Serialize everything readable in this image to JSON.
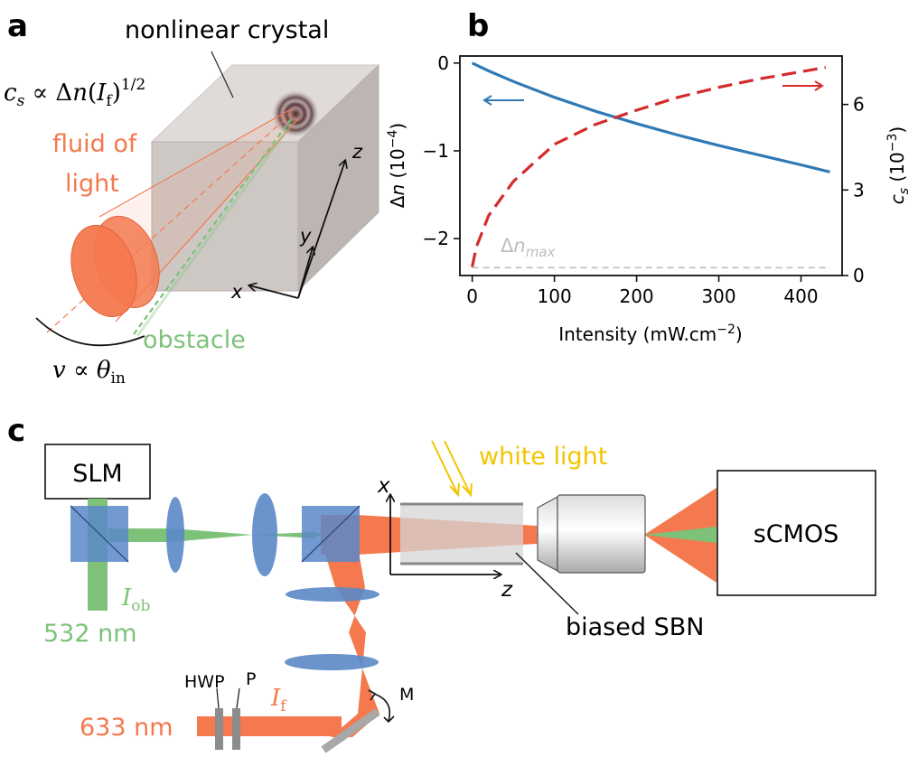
{
  "panels": {
    "a": "a",
    "b": "b",
    "c": "c"
  },
  "panel_a": {
    "crystal_label": "nonlinear crystal",
    "cs_formula": {
      "lhs": "c",
      "sub": "s",
      "rel": " ∝ Δ",
      "n": "n",
      "paren_open": "(",
      "I": "I",
      "I_sub": "f",
      "paren_close": ")",
      "exp": "1/2"
    },
    "fluid_line1": "fluid of",
    "fluid_line2": "light",
    "obstacle": "obstacle",
    "v_formula": {
      "v": "v",
      "rel": " ∝ ",
      "theta": "θ",
      "sub": "in"
    },
    "axis_x": "x",
    "axis_y": "y",
    "axis_z": "z",
    "colors": {
      "fluid": "#f4794f",
      "obstacle": "#7ec27a",
      "crystal": "#c9c2bf"
    }
  },
  "chart_data": {
    "type": "line",
    "xlabel": "Intensity (mW.cm",
    "xlabel_sup": "−2",
    "xlabel_end": ")",
    "ylabel_left": {
      "pre": "Δ",
      "var": "n",
      "unit": " (10",
      "sup": "−4",
      "end": ")"
    },
    "ylabel_right": {
      "var": "c",
      "sub": "s",
      "unit": " (10",
      "sup": "−3",
      "end": ")"
    },
    "xlim": [
      -15,
      450
    ],
    "ylim_left": [
      -2.42,
      0.08
    ],
    "ylim_right": [
      0,
      7.7
    ],
    "xticks": [
      0,
      100,
      200,
      300,
      400
    ],
    "yticks_left": [
      0,
      -1,
      -2
    ],
    "yticks_left_labels": [
      "0",
      "−1",
      "−2"
    ],
    "yticks_right": [
      0,
      3,
      6
    ],
    "yticks_right_labels": [
      "0",
      "3",
      "6"
    ],
    "grid": false,
    "series": [
      {
        "axis": "left",
        "color": "#2f7ab6",
        "style": "solid",
        "x": [
          0,
          20,
          50,
          100,
          150,
          200,
          250,
          300,
          350,
          400,
          435
        ],
        "y": [
          0,
          -0.09,
          -0.21,
          -0.39,
          -0.55,
          -0.69,
          -0.82,
          -0.94,
          -1.05,
          -1.16,
          -1.24
        ]
      },
      {
        "axis": "right",
        "color": "#d42b2b",
        "style": "dashed",
        "x": [
          0,
          5,
          20,
          50,
          100,
          150,
          200,
          250,
          300,
          350,
          400,
          430
        ],
        "y": [
          0.3,
          1.0,
          2.1,
          3.3,
          4.6,
          5.3,
          5.8,
          6.25,
          6.6,
          6.9,
          7.15,
          7.3
        ]
      },
      {
        "axis": "left",
        "color": "#bdbdbd",
        "style": "dashed",
        "x": [
          0,
          435
        ],
        "y": [
          -2.33,
          -2.33
        ]
      }
    ],
    "annotations": {
      "dn_max": {
        "pre": "Δ",
        "var": "n",
        "sub": "max"
      }
    }
  },
  "panel_c": {
    "slm": "SLM",
    "scmos": "sCMOS",
    "white_light": "white light",
    "I_ob": {
      "I": "I",
      "sub": "ob"
    },
    "wl_532": "532 nm",
    "wl_633": "633 nm",
    "hwp": "HWP",
    "p": "P",
    "I_f": {
      "I": "I",
      "sub": "f"
    },
    "m": "M",
    "biased_sbn": "biased SBN",
    "axis_x": "x",
    "axis_z": "z",
    "colors": {
      "green": "#7ec27a",
      "red": "#f4794f",
      "blue": "#5b88c8",
      "yellow": "#f2c500"
    }
  }
}
